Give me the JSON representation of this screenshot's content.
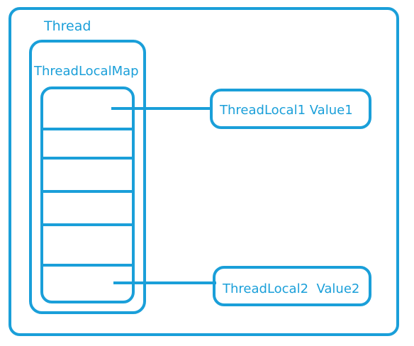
{
  "diagram": {
    "thread_label": "Thread",
    "map_label": "ThreadLocalMap",
    "entry1_label": "ThreadLocal1 Value1",
    "entry2_label": "ThreadLocal2  Value2",
    "stroke_color": "#1a9fd9"
  }
}
